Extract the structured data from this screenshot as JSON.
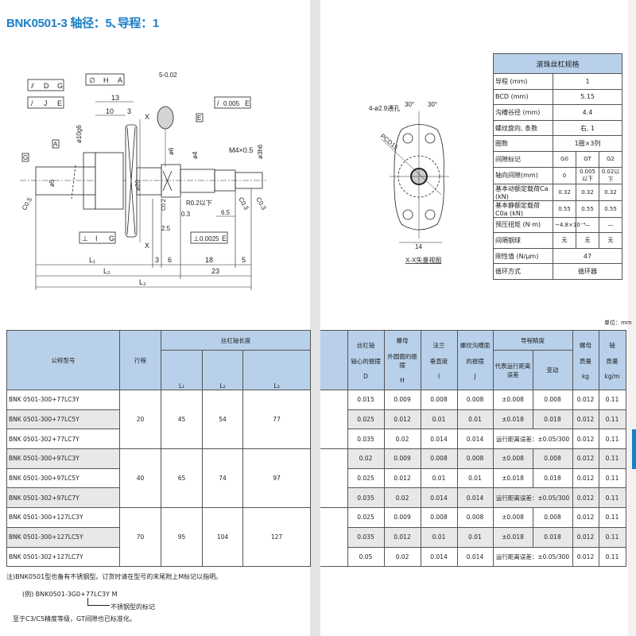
{
  "title": "BNK0501-3 轴径：5､导程：1",
  "drawing": {
    "gt_dg": [
      "⫽",
      "D",
      "G"
    ],
    "gt_ha": [
      "∅",
      "H",
      "A"
    ],
    "gt_je": [
      "/",
      "J",
      "E"
    ],
    "gt_e005": [
      "/",
      "0.005",
      "E"
    ],
    "gt_ig": [
      "⊥",
      "I",
      "G"
    ],
    "gt_e0025": [
      "⊥",
      "0.0025",
      "E"
    ],
    "datum_g": "G",
    "datum_a": "A",
    "datum_e": "E",
    "d13": "13",
    "d10": "10",
    "d3a": "3",
    "dx1": "X",
    "dx2": "X",
    "ball": "5-0.02",
    "phi20": "ø20",
    "phi5": "ø5",
    "phi10": "ø10g6",
    "phi6": "ø6",
    "phi4": "ø4",
    "phi3": "ø3h6",
    "m4": "M4×0.5",
    "r02": "R0.2以下",
    "d03": "0.3",
    "d25": "2.5",
    "d65": "6.5",
    "c05": "C0.5",
    "c03a": "C0.3",
    "c03b": "C0.3",
    "c02": "C0.2",
    "L1": "L₁",
    "L2": "L₂",
    "L3": "L₃",
    "d3": "3",
    "d6": "6",
    "d18": "18",
    "d5": "5",
    "d23": "23",
    "holes": "4-ø2.9通孔",
    "ang1": "30°",
    "ang2": "30°",
    "pcd": "PCD15",
    "d14": "14",
    "view": "X-X矢量视图"
  },
  "spec": {
    "header": "滚珠丝杠规格",
    "rows": [
      {
        "label": "导程 (mm)",
        "value": "1"
      },
      {
        "label": "BCD (mm)",
        "value": "5.15"
      },
      {
        "label": "沟槽谷径 (mm)",
        "value": "4.4"
      },
      {
        "label": "螺纹旋向, 条数",
        "value": "右, 1"
      },
      {
        "label": "圈数",
        "value": "1圈×3列"
      }
    ],
    "rows3": [
      {
        "label": "间隙标记",
        "values": [
          "G0",
          "GT",
          "G2"
        ]
      },
      {
        "label": "轴向间隙(mm)",
        "values": [
          "0",
          "0.005以下",
          "0.02以下"
        ]
      },
      {
        "label": "基本动额定载荷Ca (kN)",
        "values": [
          "0.32",
          "0.32",
          "0.32"
        ]
      },
      {
        "label": "基本静额定载荷C0a (kN)",
        "values": [
          "0.55",
          "0.55",
          "0.55"
        ]
      },
      {
        "label": "预压扭矩 (N·m)",
        "values": [
          "~4.8×10⁻⁴",
          "—",
          "—"
        ]
      },
      {
        "label": "间隔钢球",
        "values": [
          "无",
          "无",
          "无"
        ]
      }
    ],
    "rows_end": [
      {
        "label": "刚性值 (N/μm)",
        "value": "47"
      },
      {
        "label": "循环方式",
        "value": "循环器"
      }
    ]
  },
  "unit": "单位：mm",
  "table": {
    "h_model": "公称型号",
    "h_stroke": "行程",
    "h_len": "丝杠轴长度",
    "h_L1": "L₁",
    "h_L2": "L₂",
    "h_L3": "L₃",
    "h_D": [
      "丝杠轴",
      "轴心的振摆",
      "D"
    ],
    "h_H": [
      "螺母",
      "外圆面的振摆",
      "H"
    ],
    "h_I": [
      "法兰",
      "垂直度",
      "I"
    ],
    "h_J": [
      "螺纹沟槽面",
      "的振摆",
      "J"
    ],
    "h_lead": "导程精度",
    "h_rep": "代表运行距离误差",
    "h_var": "变动",
    "h_nut": [
      "螺母",
      "质量",
      "kg"
    ],
    "h_shaft": [
      "轴",
      "质量",
      "kg/m"
    ],
    "groups": [
      {
        "stroke": "20",
        "L1": "45",
        "L2": "54",
        "L3": "77"
      },
      {
        "stroke": "40",
        "L1": "65",
        "L2": "74",
        "L3": "97"
      },
      {
        "stroke": "70",
        "L1": "95",
        "L2": "104",
        "L3": "127"
      }
    ],
    "rows": [
      {
        "model": "BNK 0501-300+77LC3Y",
        "D": "0.015",
        "H": "0.009",
        "I": "0.008",
        "J": "0.008",
        "rep": "±0.008",
        "var": "0.008",
        "nut": "0.012",
        "shaft": "0.11"
      },
      {
        "model": "BNK 0501-300+77LC5Y",
        "D": "0.025",
        "H": "0.012",
        "I": "0.01",
        "J": "0.01",
        "rep": "±0.018",
        "var": "0.018",
        "nut": "0.012",
        "shaft": "0.11"
      },
      {
        "model": "BNK 0501-302+77LC7Y",
        "D": "0.035",
        "H": "0.02",
        "I": "0.014",
        "J": "0.014",
        "merged": "运行距离误差：±0.05/300",
        "nut": "0.012",
        "shaft": "0.11"
      },
      {
        "model": "BNK 0501-300+97LC3Y",
        "D": "0.02",
        "H": "0.009",
        "I": "0.008",
        "J": "0.008",
        "rep": "±0.008",
        "var": "0.008",
        "nut": "0.012",
        "shaft": "0.11"
      },
      {
        "model": "BNK 0501-300+97LC5Y",
        "D": "0.025",
        "H": "0.012",
        "I": "0.01",
        "J": "0.01",
        "rep": "±0.018",
        "var": "0.018",
        "nut": "0.012",
        "shaft": "0.11"
      },
      {
        "model": "BNK 0501-302+97LC7Y",
        "D": "0.035",
        "H": "0.02",
        "I": "0.014",
        "J": "0.014",
        "merged": "运行距离误差：±0.05/300",
        "nut": "0.012",
        "shaft": "0.11"
      },
      {
        "model": "BNK 0501-300+127LC3Y",
        "D": "0.025",
        "H": "0.009",
        "I": "0.008",
        "J": "0.008",
        "rep": "±0.008",
        "var": "0.008",
        "nut": "0.012",
        "shaft": "0.11"
      },
      {
        "model": "BNK 0501-300+127LC5Y",
        "D": "0.035",
        "H": "0.012",
        "I": "0.01",
        "J": "0.01",
        "rep": "±0.018",
        "var": "0.018",
        "nut": "0.012",
        "shaft": "0.11"
      },
      {
        "model": "BNK 0501-302+127LC7Y",
        "D": "0.05",
        "H": "0.02",
        "I": "0.014",
        "J": "0.014",
        "merged": "运行距离误差：±0.05/300",
        "nut": "0.012",
        "shaft": "0.11"
      }
    ]
  },
  "notes": {
    "n1": "注)BNK0501型也备有不锈钢型。订货时请在型号的末尾附上M标记以指明。",
    "example": "(例) BNK0501-3G0+77LC3Y M",
    "callout": "不锈钢型的标记",
    "n2": "至于C3/C5精度等级，GT间隙也已标准化。"
  }
}
